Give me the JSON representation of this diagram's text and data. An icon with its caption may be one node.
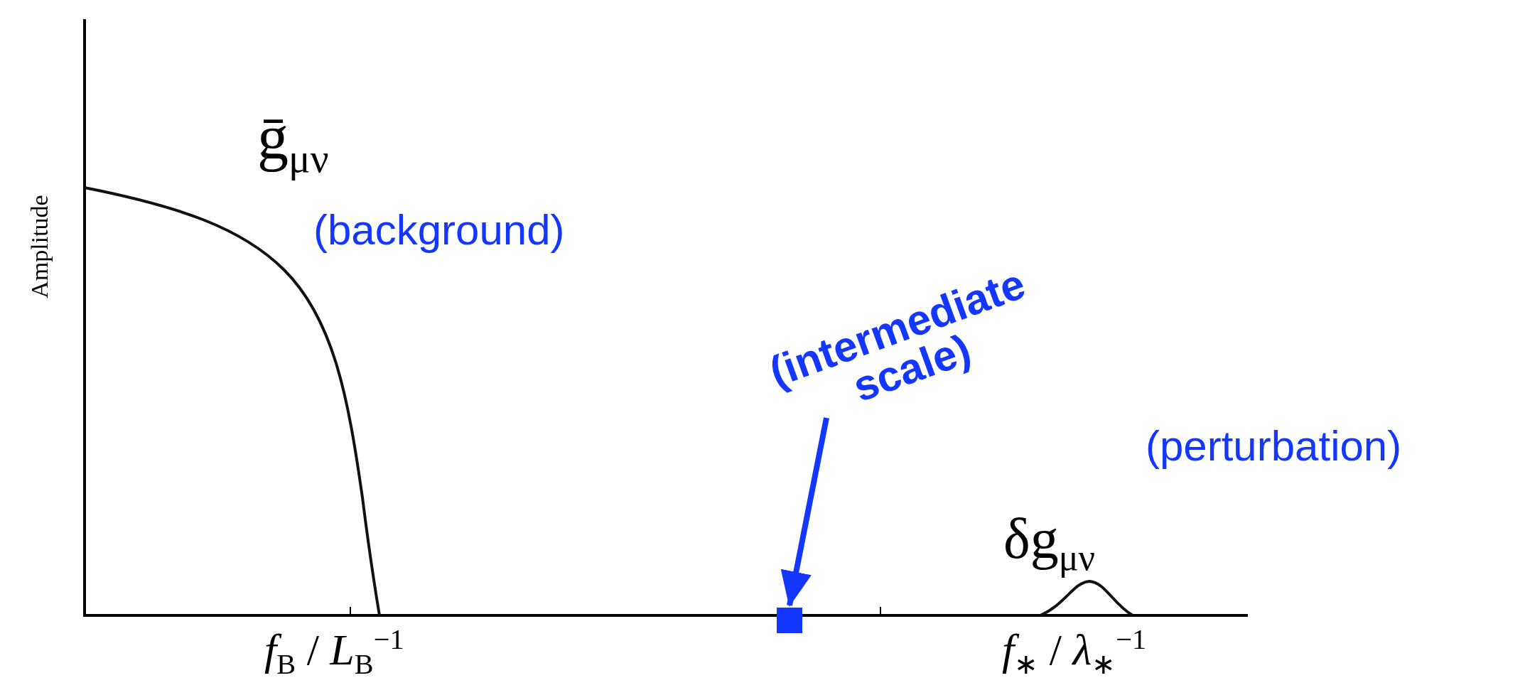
{
  "diagram": {
    "nodes": [
      {
        "text": [
          "(intermediate scale)"
        ]
      },
      {
        "text": [],
        "shape": "box"
      }
    ],
    "edges": [
      {
        "from": 0,
        "to": 1,
        "arrow": "to"
      }
    ],
    "labels": [
      "ḡ$_{μν}$",
      "(background)",
      "Amplitude",
      "(perturbation)",
      "δg$_{μν}$",
      "*f*$_{B}$ / *L*$_{B}$$^{−1}$",
      "*f*$_{∗}$ / *λ*$_{∗}$$^{−1}$"
    ]
  }
}
